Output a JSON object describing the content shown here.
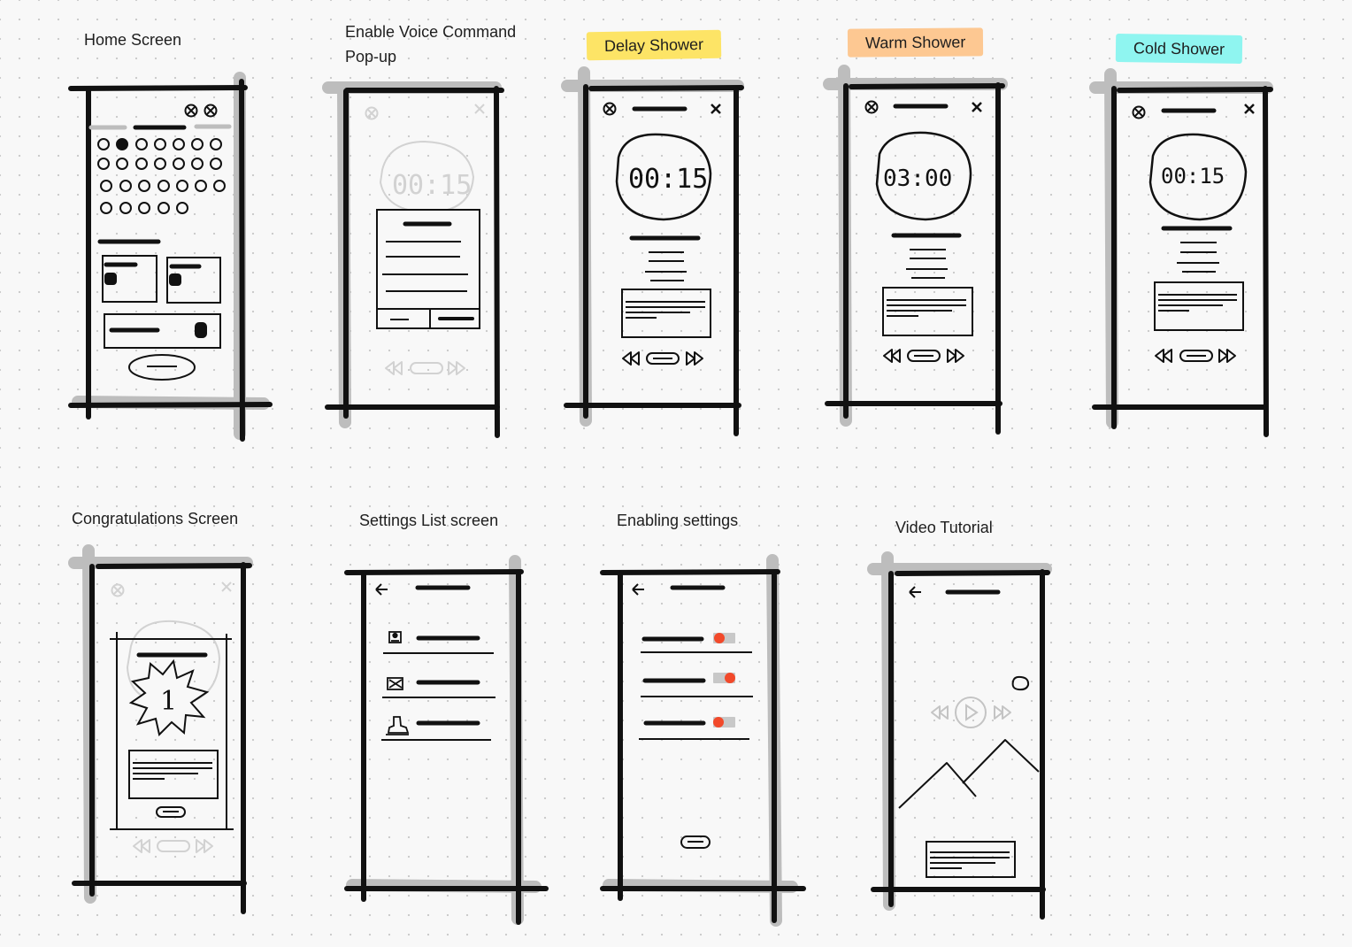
{
  "canvas": {
    "title": "Smart shower app wireframes"
  },
  "frames": [
    {
      "id": "home",
      "label": "Home Screen"
    },
    {
      "id": "voice",
      "label": "Enable Voice Command",
      "label_line2": "Pop-up"
    },
    {
      "id": "delay",
      "label": "Delay Shower",
      "tag_color": "#fde466",
      "timer": "00:15"
    },
    {
      "id": "warm",
      "label": "Warm Shower",
      "tag_color": "#fdc892",
      "timer": "03:00"
    },
    {
      "id": "cold",
      "label": "Cold Shower",
      "tag_color": "#8ff5f0",
      "timer": "00:15"
    },
    {
      "id": "congrats",
      "label": "Congratulations Screen",
      "badge": "1"
    },
    {
      "id": "settings-list",
      "label": "Settings List screen"
    },
    {
      "id": "enabling",
      "label": "Enabling settings"
    },
    {
      "id": "video",
      "label": "Video Tutorial"
    }
  ],
  "colors": {
    "ink": "#111111",
    "shadow": "#bdbdbd",
    "faded": "#d2d2d2",
    "toggle_on": "#f2492a",
    "toggle_track": "#c8c8c8"
  },
  "icons": [
    "close-x-icon",
    "cancel-circle-icon",
    "back-arrow-icon",
    "rewind-icon",
    "fast-forward-icon",
    "play-icon",
    "profile-icon",
    "image-icon",
    "user-icon"
  ]
}
